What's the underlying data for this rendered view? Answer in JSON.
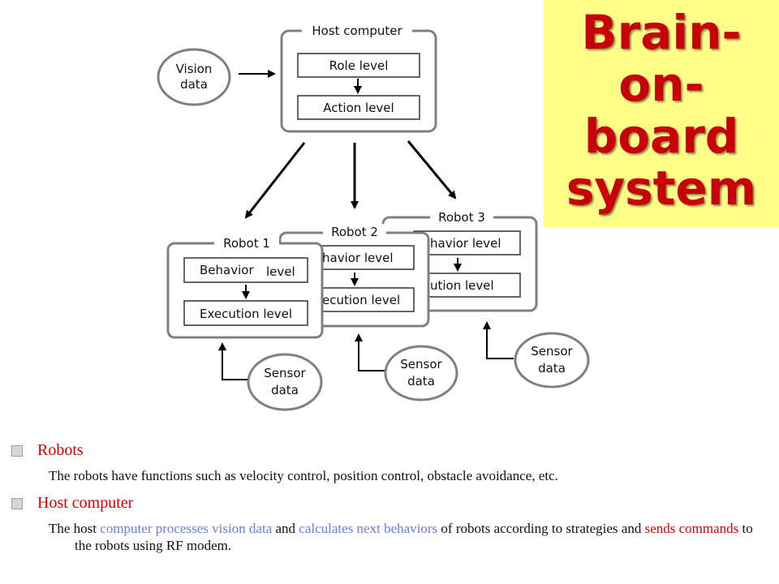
{
  "title": {
    "lines": [
      "Brain-",
      "on-",
      "board",
      "system"
    ]
  },
  "diagram": {
    "vision": {
      "line1": "Vision",
      "line2": "data"
    },
    "host": {
      "label": "Host computer",
      "role": "Role level",
      "action": "Action level"
    },
    "robots": [
      {
        "label": "Robot 1",
        "behavior": "Behavior",
        "behavior2": "level",
        "execution": "Execution level"
      },
      {
        "label": "Robot 2",
        "behavior": "havior level",
        "execution": "ecution level"
      },
      {
        "label": "Robot 3",
        "behavior": "havior level",
        "execution": "ution level"
      }
    ],
    "sensor": {
      "line1": "Sensor",
      "line2": "data"
    }
  },
  "bullets": [
    {
      "heading": "Robots",
      "text": "The robots  have functions such as velocity control, position control, obstacle avoidance, etc."
    },
    {
      "heading": "Host computer",
      "parts": {
        "p1": "The host ",
        "p2": "computer processes vision data",
        "p3": " and ",
        "p4": "calculates next behaviors",
        "p5": " of robots according to strategies and ",
        "p6": "sends commands",
        "p7": " to the robots using RF modem."
      }
    }
  ],
  "colors": {
    "accent_red": "#d40000",
    "highlight_blue": "#6a7be8",
    "title_bg": "#ffff88",
    "box_border": "#808080"
  }
}
